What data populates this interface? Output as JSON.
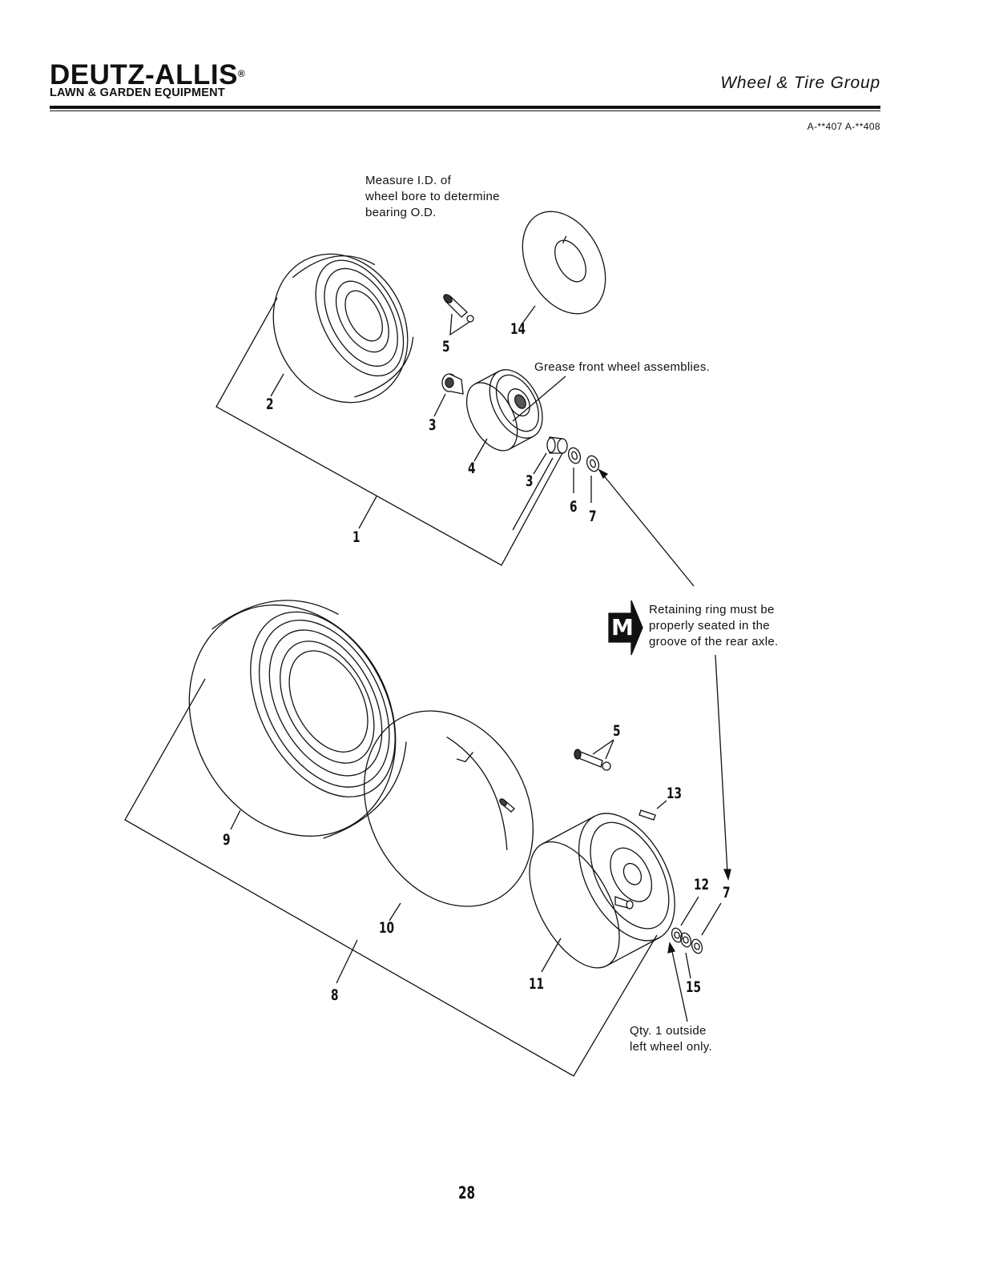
{
  "header": {
    "brand": "DEUTZ-ALLIS",
    "brand_mark": "®",
    "subtitle": "LAWN & GARDEN EQUIPMENT",
    "section_title": "Wheel & Tire Group",
    "models": "A-**407  A-**408"
  },
  "notes": {
    "measure": "Measure I.D. of\nwheel bore to determine\nbearing O.D.",
    "grease": "Grease front wheel assemblies.",
    "retaining": "Retaining ring must be\nproperly seated in the\ngroove of the rear axle.",
    "qty": "Qty. 1 outside\nleft wheel only."
  },
  "marker": {
    "letter": "M"
  },
  "callouts": {
    "front_assembly": "1",
    "front_tire": "2",
    "front_bushing_left": "3",
    "front_bushing_right": "3",
    "front_rim": "4",
    "front_valve": "5",
    "front_washer": "6",
    "front_ring": "7",
    "front_tube": "14",
    "rear_assembly": "8",
    "rear_tire": "9",
    "rear_tube": "10",
    "rear_rim": "11",
    "rear_valve": "5",
    "rear_key": "13",
    "rear_washer": "12",
    "rear_ring": "7",
    "rear_spacer": "15"
  },
  "footer": {
    "page_number": "28"
  }
}
